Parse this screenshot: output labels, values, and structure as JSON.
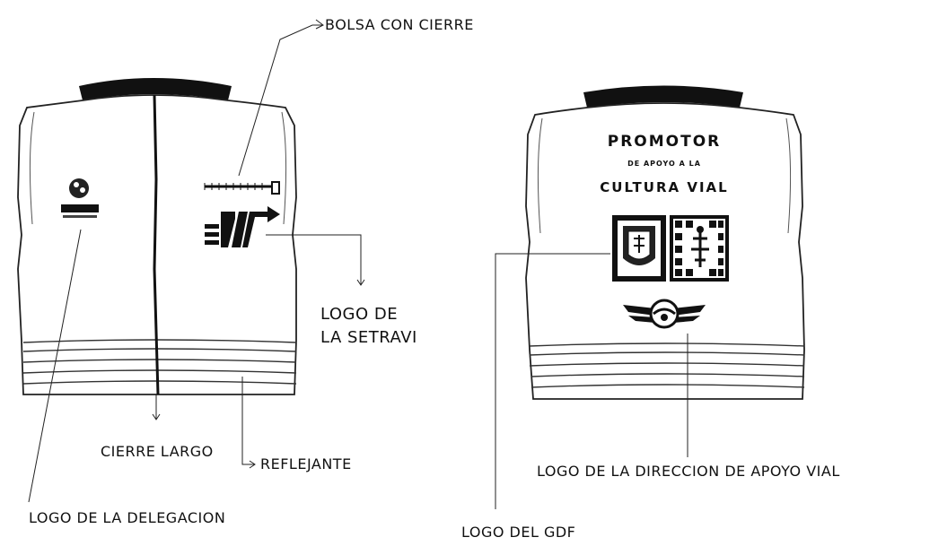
{
  "labels": {
    "bolsa": "BOLSA CON CIERRE",
    "logo_setravi_1": "LOGO DE",
    "logo_setravi_2": "LA SETRAVI",
    "cierre": "CIERRE LARGO",
    "reflejante": "REFLEJANTE",
    "delegacion": "LOGO DE LA DELEGACION",
    "direccion": "LOGO DE LA DIRECCION DE APOYO VIAL",
    "gdf": "LOGO DEL GDF"
  },
  "back_text": {
    "line1": "PROMOTOR",
    "line2": "DE APOYO A LA",
    "line3": "CULTURA VIAL"
  },
  "icons": [
    "delegacion-logo-icon",
    "setravi-logo-icon",
    "gdf-shield-icon",
    "gdf-emblem-icon",
    "apoyo-vial-wings-icon",
    "zipper-pocket-icon"
  ]
}
